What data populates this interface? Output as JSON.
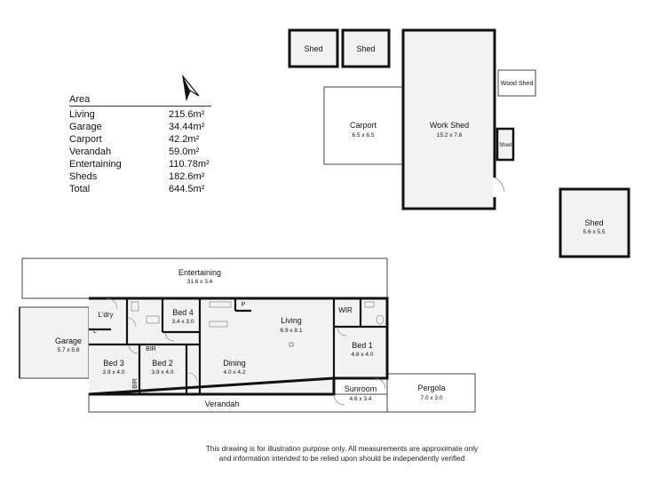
{
  "area": {
    "title": "Area",
    "rows": [
      {
        "label": "Living",
        "value": "215.6m²"
      },
      {
        "label": "Garage",
        "value": "34.44m²"
      },
      {
        "label": "Carport",
        "value": "42.2m²"
      },
      {
        "label": "Verandah",
        "value": "59.0m²"
      },
      {
        "label": "Entertaining",
        "value": "110.78m²"
      },
      {
        "label": "Sheds",
        "value": "182.6m²"
      },
      {
        "label": "Total",
        "value": "644.5m²"
      }
    ]
  },
  "rooms": {
    "shed_a": "Shed",
    "shed_b": "Shed",
    "wood_shed": "Wood Shed",
    "carport": "Carport",
    "carport_dim": "6.5 x 6.5",
    "work_shed": "Work Shed",
    "work_shed_dim": "15.2 x 7.6",
    "shed_small": "Shed",
    "shed_right": "Shed",
    "shed_right_dim": "5.6 x 5.5",
    "entertaining": "Entertaining",
    "entertaining_dim": "31.6 x 3.4",
    "laundry": "L'dry",
    "l": "L",
    "bed4": "Bed 4",
    "bed4_dim": "3.4 x 3.0",
    "p": "P",
    "living": "Living",
    "living_dim": "6.9 x 8.1",
    "wir": "WIR",
    "garage": "Garage",
    "garage_dim": "5.7 x 5.8",
    "bir_top": "BIR",
    "bed3": "Bed 3",
    "bed3_dim": "3.9 x 4.0",
    "bed2": "Bed 2",
    "bed2_dim": "3.9 x 4.0",
    "bir_side": "BIR",
    "dining": "Dining",
    "dining_dim": "4.0 x 4.2",
    "bed1": "Bed 1",
    "bed1_dim": "4.6 x 4.0",
    "sunroom": "Sunroom",
    "sunroom_dim": "4.6 x 3.4",
    "pergola": "Pergola",
    "pergola_dim": "7.0 x 3.0",
    "verandah": "Verandah"
  },
  "disclaimer": "This drawing is for illustration purpose only. All measurements are approximate only and information intended to be relied upon should be independently verified",
  "colors": {
    "wall": "#111111",
    "floor": "#f2f2f2",
    "outline": "#555555"
  }
}
